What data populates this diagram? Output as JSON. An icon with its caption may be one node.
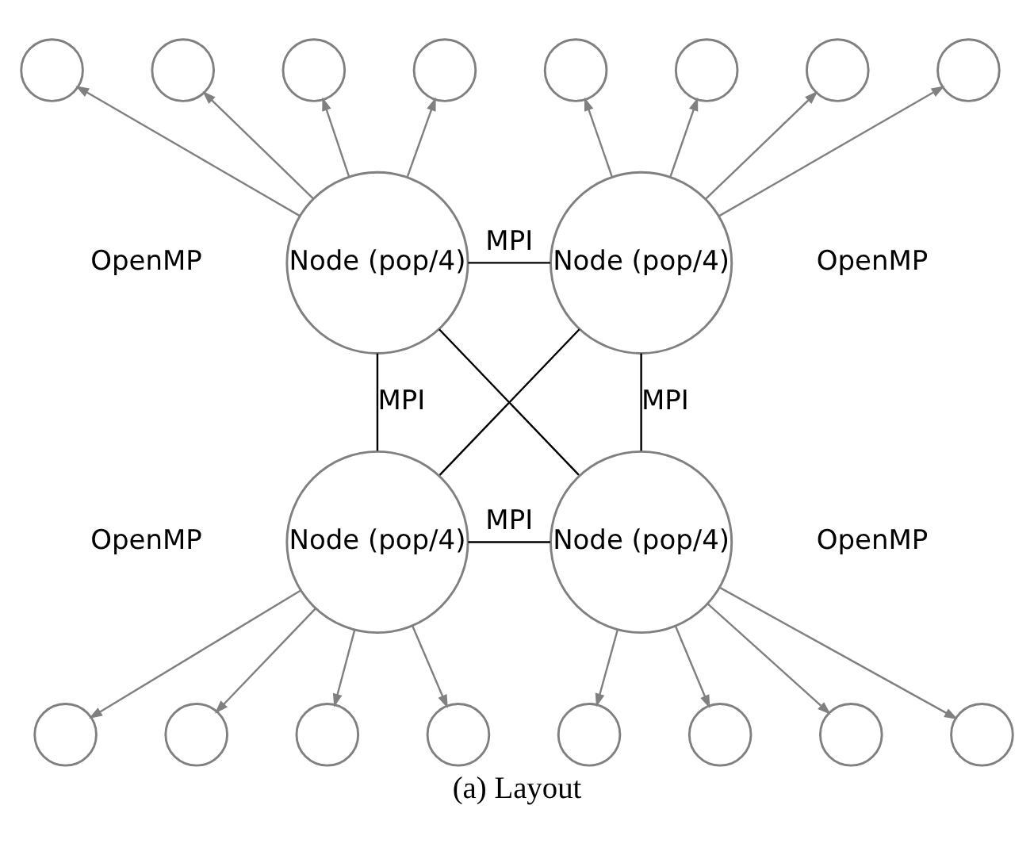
{
  "diagram": {
    "caption": "(a) Layout",
    "nodes": [
      {
        "text": [],
        "shape": "circle"
      },
      {
        "text": [],
        "shape": "circle"
      },
      {
        "text": [],
        "shape": "circle"
      },
      {
        "text": [],
        "shape": "circle"
      },
      {
        "text": [],
        "shape": "circle"
      },
      {
        "text": [],
        "shape": "circle"
      },
      {
        "text": [],
        "shape": "circle"
      },
      {
        "text": [],
        "shape": "circle"
      },
      {
        "text": [
          "Node (pop/4)"
        ]
      },
      {
        "text": [
          "Node (pop/4)"
        ]
      },
      {
        "text": [
          "Node (pop/4)"
        ]
      },
      {
        "text": [
          "Node (pop/4)"
        ]
      },
      {
        "text": [],
        "shape": "circle"
      },
      {
        "text": [],
        "shape": "circle"
      },
      {
        "text": [],
        "shape": "circle"
      },
      {
        "text": [],
        "shape": "circle"
      },
      {
        "text": [],
        "shape": "circle"
      },
      {
        "text": [],
        "shape": "circle"
      },
      {
        "text": [],
        "shape": "circle"
      },
      {
        "text": [],
        "shape": "circle"
      }
    ],
    "edges": [
      {
        "from": 8,
        "to": 0,
        "arrow": "to"
      },
      {
        "from": 8,
        "to": 1,
        "arrow": "to"
      },
      {
        "from": 8,
        "to": 2,
        "arrow": "to"
      },
      {
        "from": 8,
        "to": 3,
        "arrow": "to"
      },
      {
        "from": 9,
        "to": 4,
        "arrow": "to"
      },
      {
        "from": 9,
        "to": 5,
        "arrow": "to"
      },
      {
        "from": 9,
        "to": 6,
        "arrow": "to"
      },
      {
        "from": 9,
        "to": 7,
        "arrow": "to"
      },
      {
        "from": 8,
        "to": 9,
        "arrow": "none",
        "label": "MPI",
        "color": "#000000"
      },
      {
        "from": 8,
        "to": 10,
        "arrow": "none",
        "label": "MPI",
        "color": "#000000"
      },
      {
        "from": 9,
        "to": 11,
        "arrow": "none",
        "label": "MPI",
        "color": "#000000"
      },
      {
        "from": 8,
        "to": 11,
        "arrow": "none",
        "color": "#000000"
      },
      {
        "from": 9,
        "to": 10,
        "arrow": "none",
        "color": "#000000"
      },
      {
        "from": 10,
        "to": 11,
        "arrow": "none",
        "label": "MPI",
        "color": "#000000"
      },
      {
        "from": 10,
        "to": 12,
        "arrow": "to"
      },
      {
        "from": 10,
        "to": 13,
        "arrow": "to"
      },
      {
        "from": 10,
        "to": 14,
        "arrow": "to"
      },
      {
        "from": 10,
        "to": 15,
        "arrow": "to"
      },
      {
        "from": 11,
        "to": 16,
        "arrow": "to"
      },
      {
        "from": 11,
        "to": 17,
        "arrow": "to"
      },
      {
        "from": 11,
        "to": 18,
        "arrow": "to"
      },
      {
        "from": 11,
        "to": 19,
        "arrow": "to"
      }
    ],
    "labels": [
      "OpenMP",
      "OpenMP",
      "OpenMP",
      "OpenMP"
    ]
  }
}
